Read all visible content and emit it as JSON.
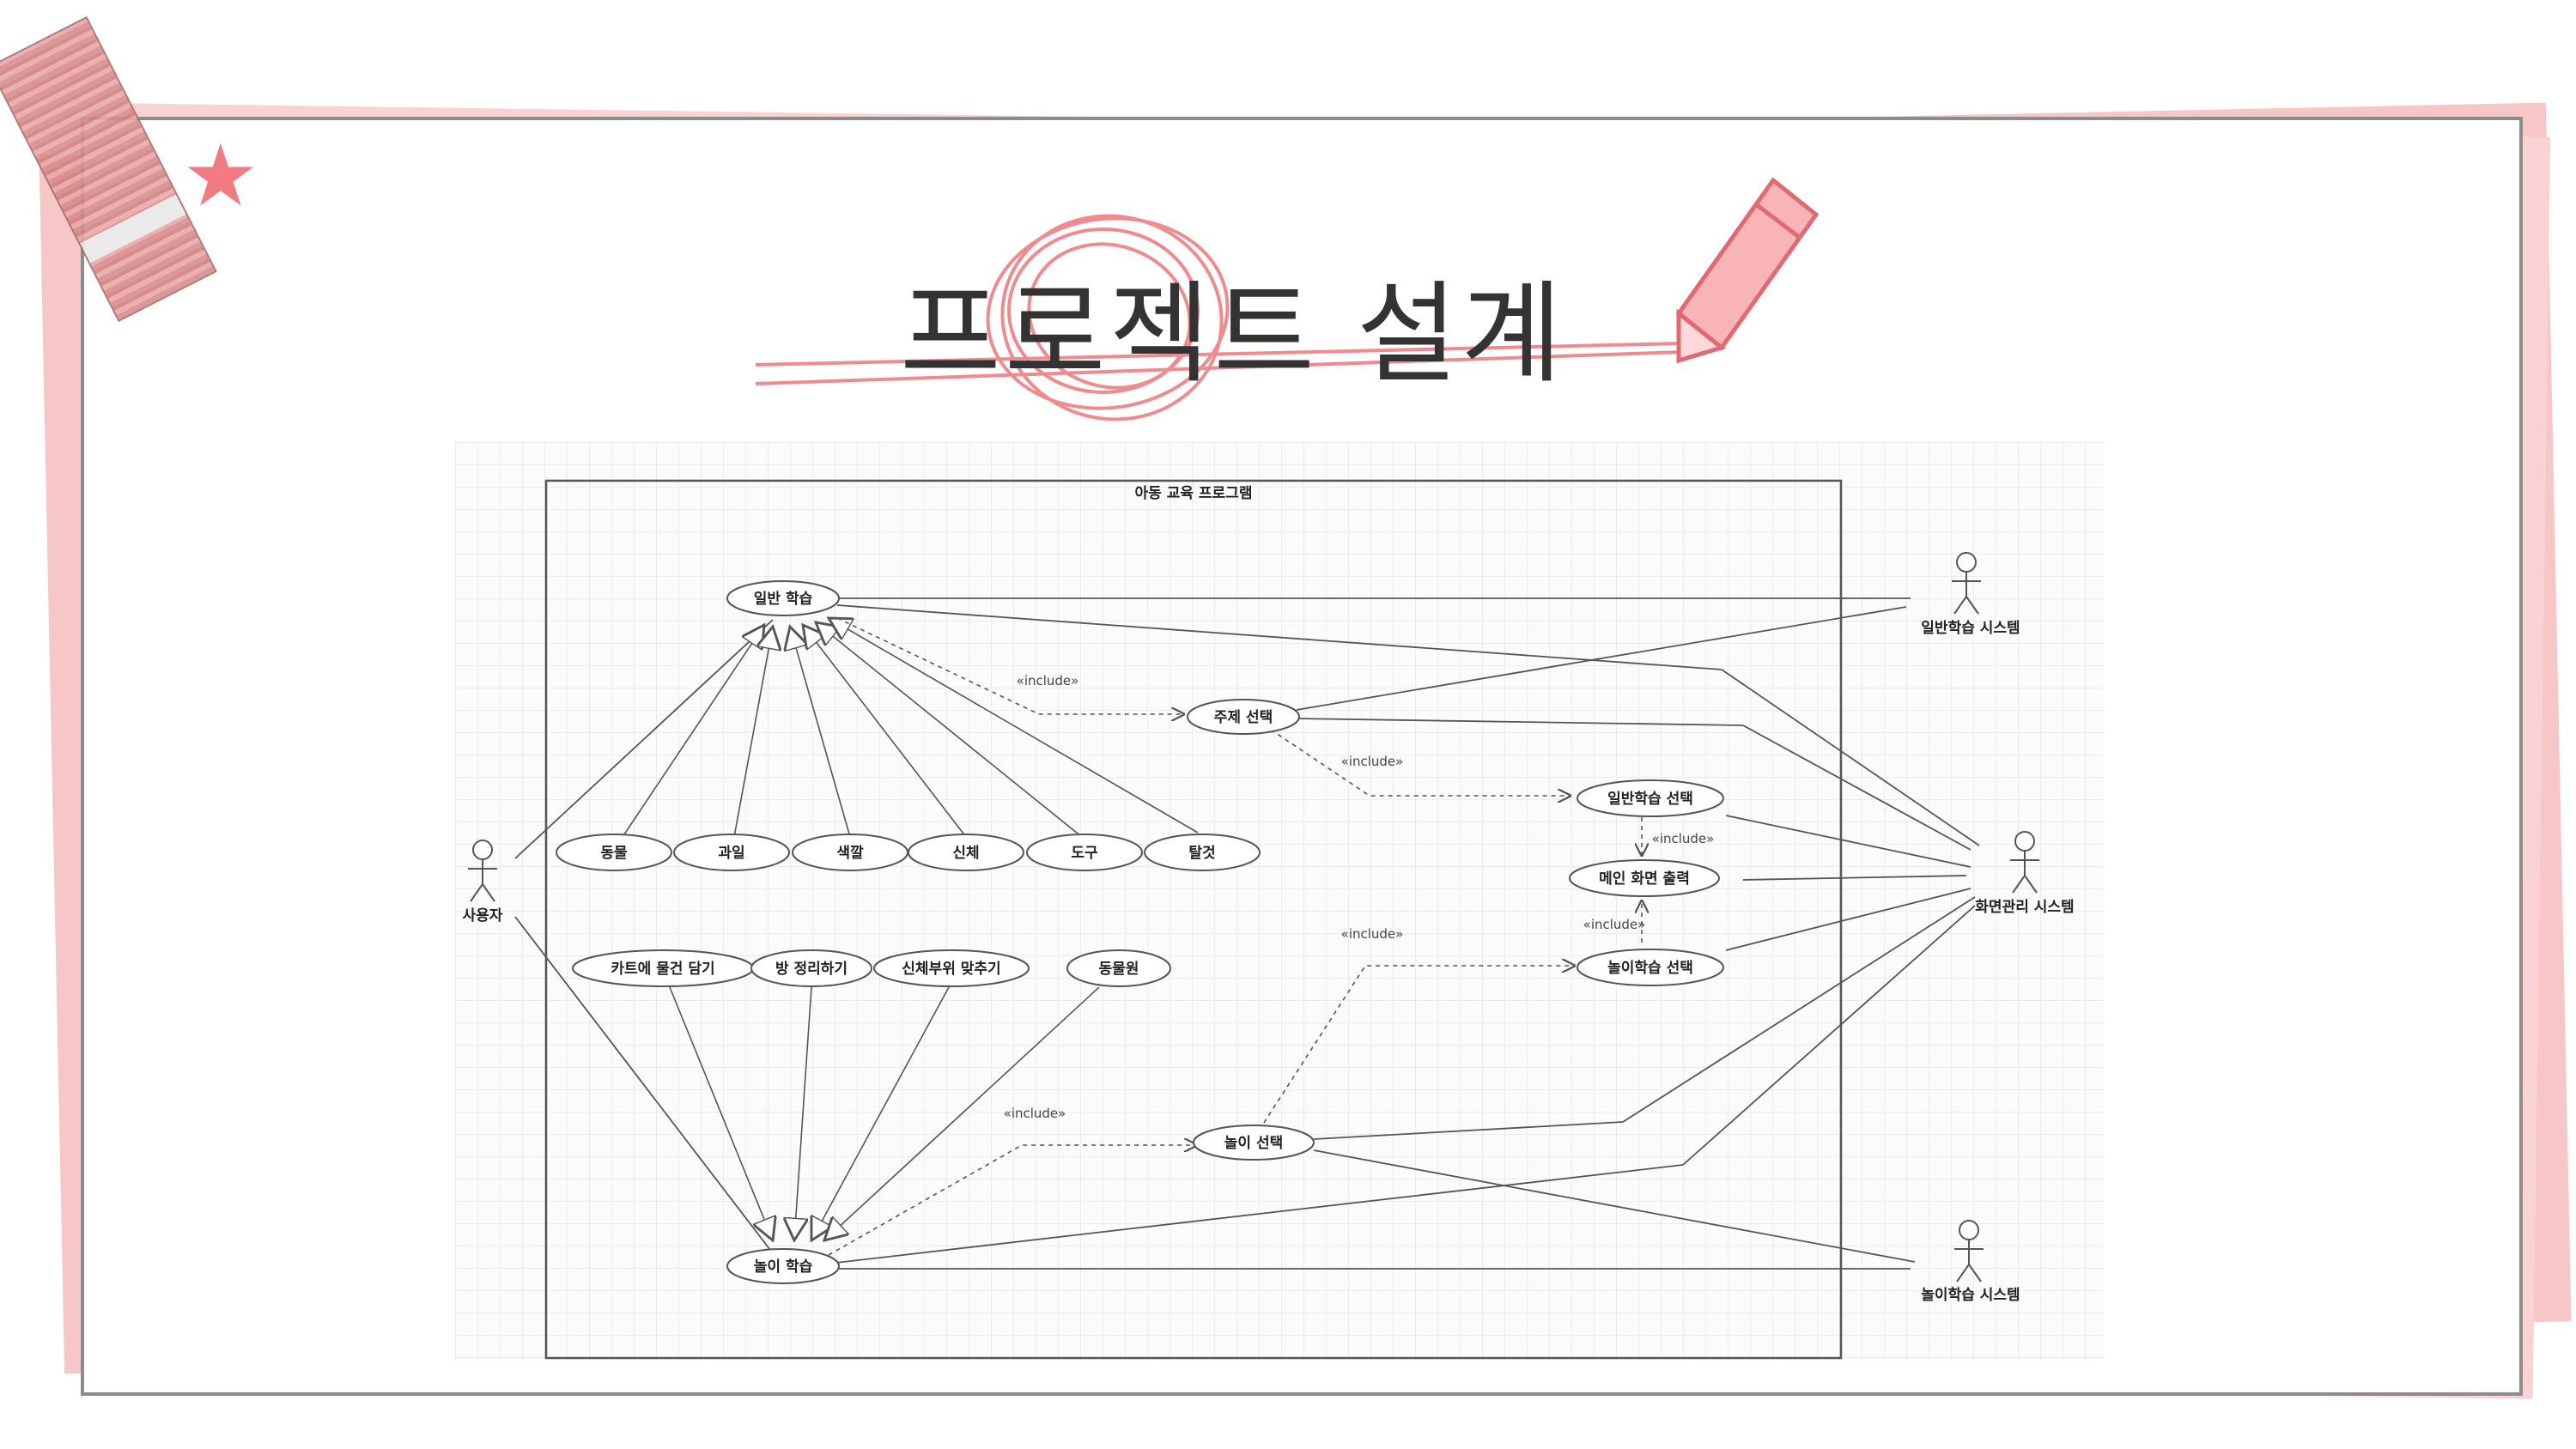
{
  "slide": {
    "title": "프로젝트 설계"
  },
  "diagram": {
    "system_title": "아동 교육 프로그램",
    "actors": {
      "user": "사용자",
      "general_system": "일반학습 시스템",
      "screen_system": "화면관리 시스템",
      "play_system": "놀이학습 시스템"
    },
    "use_cases": {
      "general_learning": "일반 학습",
      "animal": "동물",
      "fruit": "과일",
      "color": "색깔",
      "body": "신체",
      "tool": "도구",
      "vehicle": "탈것",
      "topic_select": "주제 선택",
      "general_select": "일반학습 선택",
      "main_screen": "메인 화면 출력",
      "play_select_screen": "놀이학습 선택",
      "cart": "카트에 물건 담기",
      "room": "방 정리하기",
      "body_parts": "신체부위 맞추기",
      "zoo": "동물원",
      "play_select": "놀이 선택",
      "play_learning": "놀이 학습"
    },
    "stereotype": "«include»"
  }
}
